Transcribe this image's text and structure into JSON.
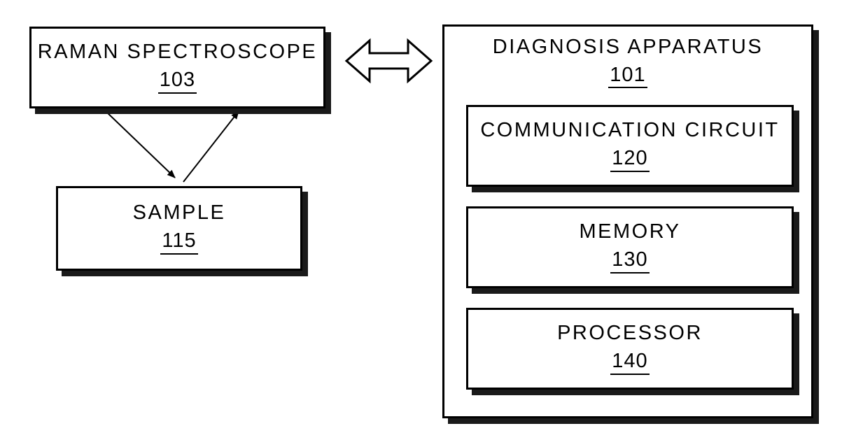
{
  "diagram": {
    "raman_spectroscope": {
      "label": "RAMAN SPECTROSCOPE",
      "ref": "103"
    },
    "sample": {
      "label": "SAMPLE",
      "ref": "115"
    },
    "diagnosis_apparatus": {
      "label": "DIAGNOSIS APPARATUS",
      "ref": "101",
      "components": [
        {
          "label": "COMMUNICATION CIRCUIT",
          "ref": "120"
        },
        {
          "label": "MEMORY",
          "ref": "130"
        },
        {
          "label": "PROCESSOR",
          "ref": "140"
        }
      ]
    },
    "connections": [
      {
        "from": "raman_spectroscope",
        "to": "sample",
        "type": "single-arrow"
      },
      {
        "from": "sample",
        "to": "raman_spectroscope",
        "type": "single-arrow"
      },
      {
        "from": "raman_spectroscope",
        "to": "diagnosis_apparatus",
        "type": "hollow-double-arrow"
      }
    ]
  },
  "colors": {
    "line": "#000000",
    "fill": "#ffffff",
    "shadow": "#1a1a1a"
  }
}
